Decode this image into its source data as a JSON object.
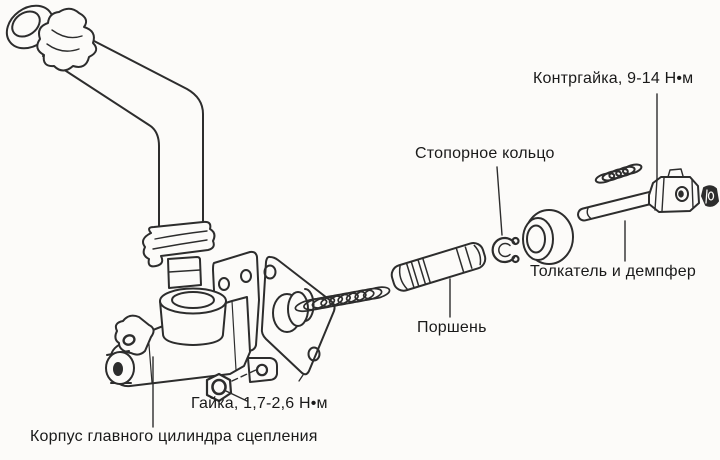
{
  "figure": {
    "type": "exploded-parts-line-diagram",
    "colors": {
      "background": "#fcfbf9",
      "ink": "#2d2d2d",
      "text": "#1a1a1a"
    },
    "callouts": [
      {
        "id": "locknut-torque",
        "text": "Контргайка, 9-14 Н•м"
      },
      {
        "id": "snap-ring",
        "text": "Стопорное кольцо"
      },
      {
        "id": "pushrod-damper",
        "text": "Толкатель и демпфер"
      },
      {
        "id": "piston",
        "text": "Поршень"
      },
      {
        "id": "nut-torque",
        "text": "Гайка, 1,7-2,6 Н•м"
      },
      {
        "id": "cylinder-body",
        "text": "Корпус главного цилиндра сцепления"
      }
    ],
    "parts": [
      "supply-hose",
      "hose-end-fitting",
      "hose-clamp-upper",
      "hose-clamp-lower",
      "reservoir-port-connector",
      "reservoir-port-boss",
      "master-cylinder-body",
      "outlet-bosses",
      "mounting-flange-plate",
      "cylinder-bore-boss",
      "return-spring",
      "piston",
      "snap-ring",
      "damper-ring",
      "pushrod",
      "clevis-fork",
      "locknut-spring",
      "clevis-nut",
      "flange-nut"
    ]
  }
}
